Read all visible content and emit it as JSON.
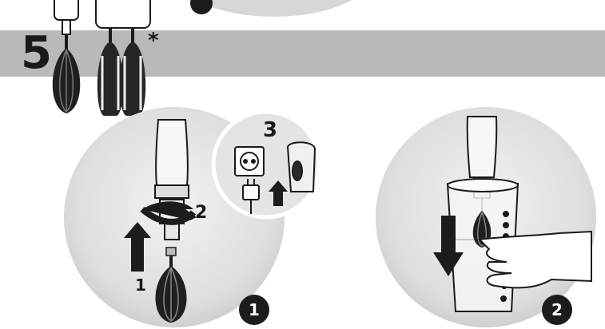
{
  "section": {
    "step_number": "5",
    "asterisk": "*"
  },
  "panel1": {
    "badge": "1",
    "arrow_labels": {
      "push": "1",
      "twist": "2"
    },
    "inset_label": "3"
  },
  "panel2": {
    "badge": "2"
  }
}
